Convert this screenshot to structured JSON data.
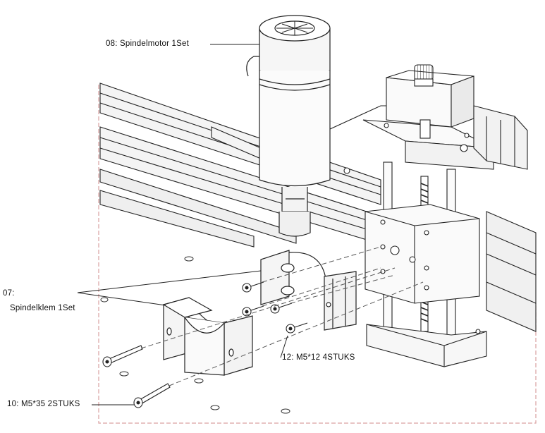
{
  "labels": {
    "spindle_motor": "08: Spindelmotor 1Set",
    "spindle_clamp_number": "07:",
    "spindle_clamp_name": "Spindelklem 1Set",
    "screw_m5x12": "12: M5*12 4STUKS",
    "screw_m5x35": "10: M5*35 2STUKS"
  },
  "colors": {
    "line": "#222222",
    "dash_border": "#d9a0a0",
    "fill": "#ffffff",
    "shade": "#e9e9e9"
  }
}
